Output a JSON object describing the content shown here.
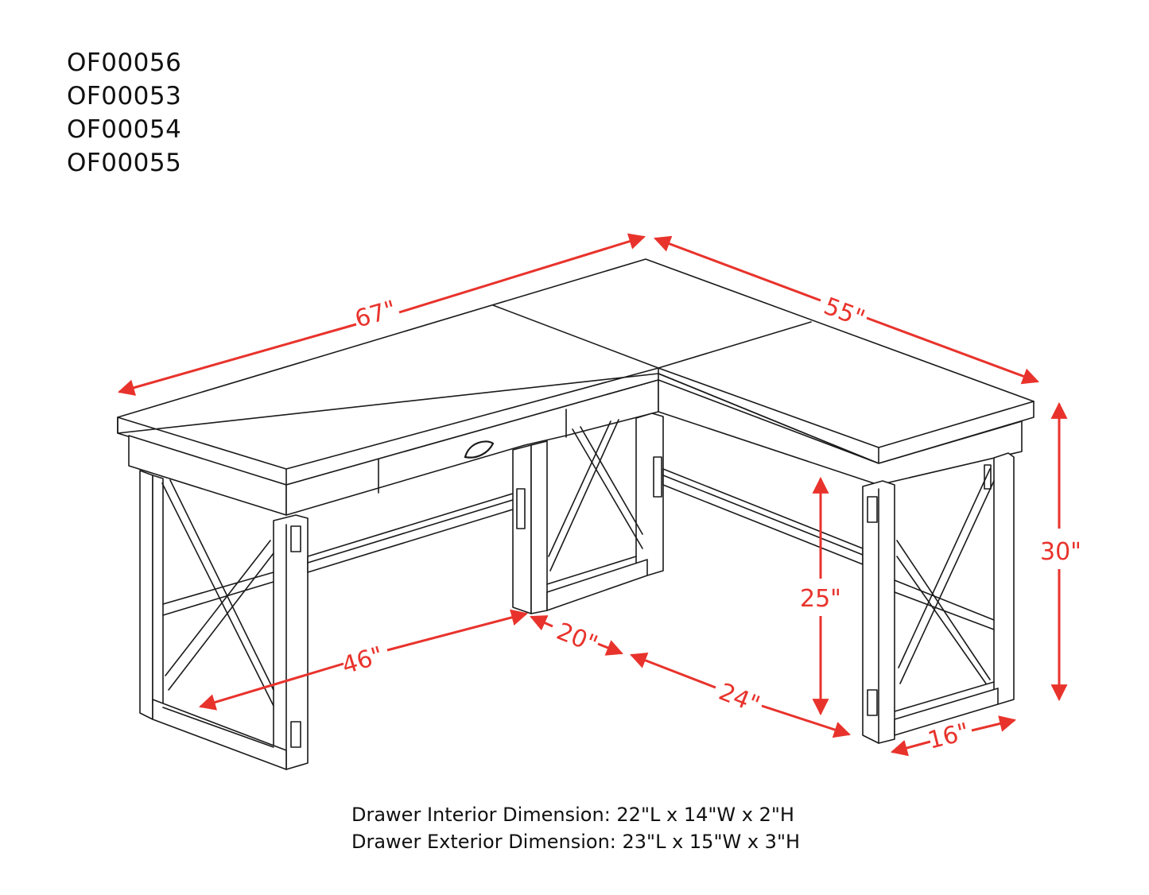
{
  "model_numbers": [
    "OF00056",
    "OF00053",
    "OF00054",
    "OF00055"
  ],
  "drawing": {
    "subject": "L-shaped desk with drawer and X-brace legs",
    "icons": [
      "drawer-pull-icon"
    ],
    "line_color": "#1a1a1a",
    "dimension_color": "#e8332c"
  },
  "dimensions": {
    "overall_length": "67\"",
    "return_length": "55\"",
    "overall_height": "30\"",
    "knee_height": "25\"",
    "knee_width_main": "46\"",
    "corner_pedestal_depth": "20\"",
    "knee_width_return": "24\"",
    "leg_depth": "16\""
  },
  "notes": {
    "drawer_interior": "Drawer Interior Dimension: 22\"L x 14\"W x 2\"H",
    "drawer_exterior": "Drawer Exterior Dimension: 23\"L x 15\"W x 3\"H"
  }
}
